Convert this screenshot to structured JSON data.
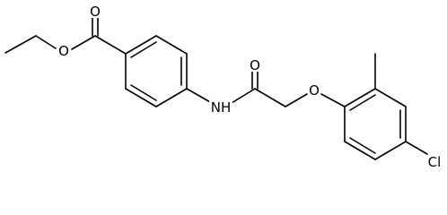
{
  "molecule": {
    "atom_labels": {
      "ester_carbonyl_o": "O",
      "ester_single_o": "O",
      "amide_n": "NH",
      "amide_o": "O",
      "ether_o": "O",
      "chlorine": "Cl"
    }
  }
}
